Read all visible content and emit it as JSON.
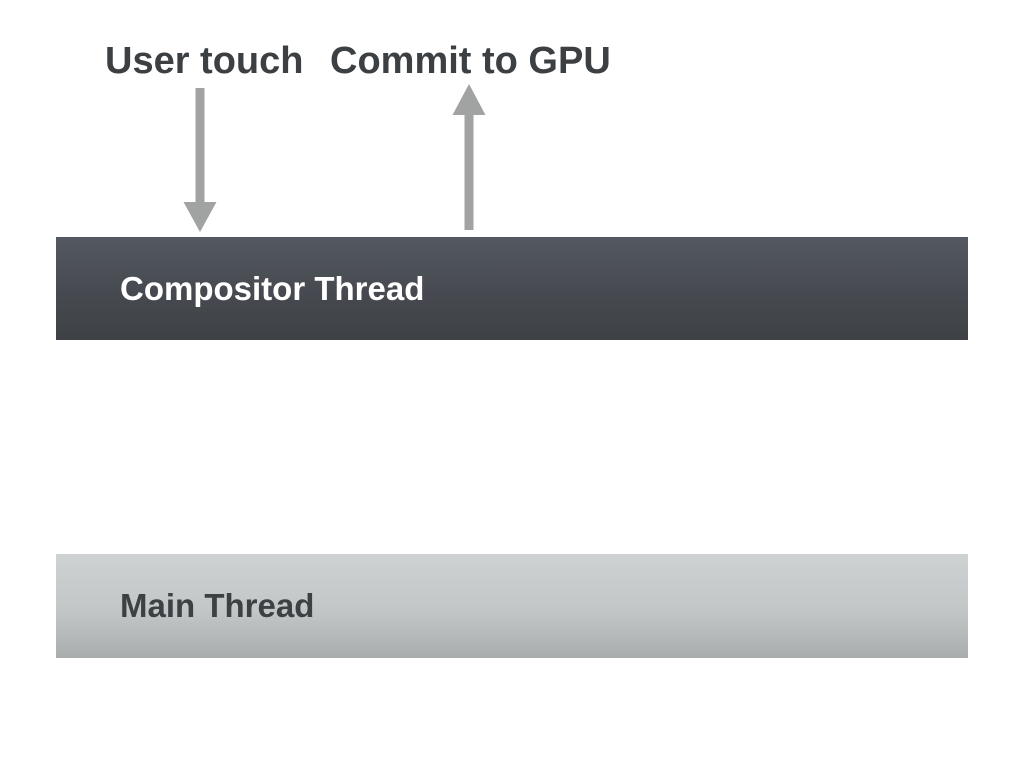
{
  "diagram": {
    "labels": {
      "user_touch": "User touch",
      "commit_to_gpu": "Commit to GPU"
    },
    "bars": {
      "compositor": {
        "label": "Compositor Thread"
      },
      "main": {
        "label": "Main Thread"
      }
    },
    "icons": {
      "down_arrow": "arrow-down",
      "up_arrow": "arrow-up"
    },
    "colors": {
      "background": "#ffffff",
      "label_text": "#3c4043",
      "arrow": "#a1a3a2",
      "compositor_bar_top": "#545860",
      "compositor_bar_bottom": "#3e4246",
      "compositor_text": "#ffffff",
      "main_bar_top": "#cfd2d3",
      "main_bar_bottom": "#a9adae",
      "main_text": "#3d4144"
    }
  }
}
